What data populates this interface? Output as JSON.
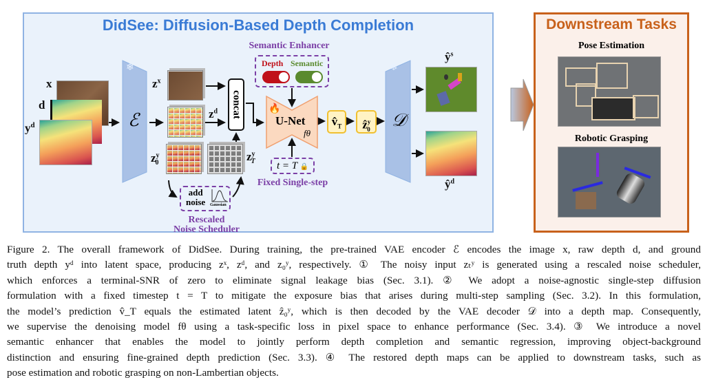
{
  "framework": {
    "title": "DidSee: Diffusion-Based Depth Completion",
    "title_color": "#3a7bd5",
    "inputs": {
      "x": "x",
      "d": "d",
      "yd": "y",
      "yd_sup": "d"
    },
    "encoder": "ℰ",
    "decoder": "𝒟",
    "latents": {
      "zx": "z",
      "zx_sup": "x",
      "zd": "z",
      "zd_sup": "d",
      "z0": "z",
      "z0_sup": "y",
      "z0_sub": "0",
      "zT": "z",
      "zT_sup": "y",
      "zT_sub": "T"
    },
    "concat": "concat",
    "semantic_enhancer": {
      "label": "Semantic Enhancer",
      "depth": "Depth",
      "semantic": "Semantic",
      "depth_color": "#c0111a",
      "semantic_color": "#5a8a2e"
    },
    "unet": {
      "label": "U-Net",
      "f": "fθ",
      "icon": "fire-icon"
    },
    "timestep": {
      "label": "t = T",
      "icon": "lock-icon",
      "caption": "Fixed Single-step"
    },
    "noise": {
      "add": "add",
      "noise": "noise",
      "gaussian": "Gaussian",
      "caption_1": "Rescaled",
      "caption_2": "Noise Scheduler"
    },
    "vT": "v̂",
    "vT_sub": "T",
    "z0hat": "ẑ",
    "z0hat_sup": "y",
    "z0hat_sub": "0",
    "outputs": {
      "ys": "ŷ",
      "ys_sup": "s",
      "yd": "ŷ",
      "yd_sup": "d"
    },
    "frozen_icon": "snowflake-icon"
  },
  "downstream": {
    "title": "Downstream Tasks",
    "title_color": "#c8611b",
    "tasks": [
      {
        "label": "Pose Estimation"
      },
      {
        "label": "Robotic Grasping"
      }
    ]
  },
  "caption": [
    "Figure 2. The overall framework of DidSee. During training, the pre-trained VAE encoder ℰ encodes the image x, raw depth d, and ground",
    "truth depth yᵈ into latent space, producing zˣ, zᵈ, and z₀ʸ, respectively. ① The noisy input zₜʸ is generated using a rescaled noise scheduler,",
    "which enforces a terminal-SNR of zero to eliminate signal leakage bias (Sec. 3.1).  ② We adopt a noise-agnostic single-step diffusion",
    "formulation with a fixed timestep t = T to mitigate the exposure bias that arises during multi-step sampling (Sec. 3.2). In this formulation,",
    "the model’s prediction v̂_T equals the estimated latent ẑ₀ʸ, which is then decoded by the VAE decoder 𝒟 into a depth map. Consequently,",
    "we supervise the denoising model fθ using a task-specific loss in pixel space to enhance performance (Sec. 3.4). ③ We introduce a novel",
    "semantic enhancer that enables the model to jointly perform depth completion and semantic regression, improving object-background",
    "distinction and ensuring fine-grained depth prediction (Sec. 3.3). ④ The restored depth maps can be applied to downstream tasks, such as",
    "pose estimation and robotic grasping on non-Lambertian objects."
  ]
}
